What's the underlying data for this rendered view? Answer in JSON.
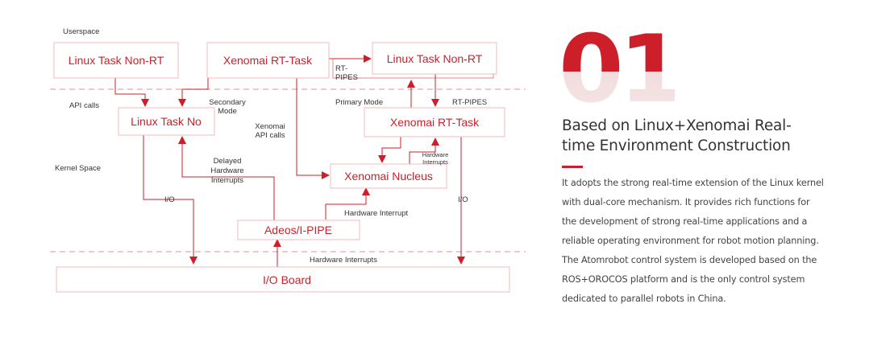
{
  "diagram": {
    "zones": {
      "userspace": "Userspace",
      "api_calls": "API calls",
      "kernel_space": "Kernel Space"
    },
    "boxes": {
      "linux_task_nonrt_1": "Linux Task Non-RT",
      "xenomai_rt_task_1": "Xenomai RT-Task",
      "linux_task_nonrt_2": "Linux Task Non-RT",
      "linux_task_no": "Linux Task No",
      "xenomai_rt_task_2": "Xenomai RT-Task",
      "xenomai_nucleus": "Xenomai Nucleus",
      "adeos_ipipe": "Adeos/I-PIPE",
      "io_board": "I/O Board"
    },
    "labels": {
      "rt_pipes_top_1": "RT-",
      "rt_pipes_top_2": "PIPES",
      "secondary_mode_1": "Secondary",
      "secondary_mode_2": "Mode",
      "primary_mode": "Primary Mode",
      "rt_pipes_right": "RT-PIPES",
      "xenomai_api_1": "Xenomai",
      "xenomai_api_2": "API calls",
      "delayed_1": "Delayed",
      "delayed_2": "Hardware",
      "delayed_3": "Interrupts",
      "hw_interrupts_small_1": "Hardware",
      "hw_interrupts_small_2": "Interrupts",
      "hardware_interrupt": "Hardware Interrupt",
      "io_left": "I/O",
      "io_right": "I/O",
      "hardware_interrupts_bottom": "Hardware Interrupts"
    }
  },
  "panel": {
    "number": "01",
    "heading_line1": "Based on Linux+Xenomai Real-",
    "heading_line2": "time Environment Construction",
    "body_lines": [
      "It adopts the strong real-time extension of the Linux kernel",
      "with dual-core mechanism. It provides rich functions for",
      "the development of strong real-time applications and a",
      "reliable operating environment for robot motion planning.",
      "The Atomrobot control system is developed based on the",
      "ROS+OROCOS platform and is the only control system",
      "dedicated to parallel robots in China."
    ]
  },
  "colors": {
    "accent": "#cc1f2a",
    "accent_light": "#f2b9bd",
    "text": "#333333"
  }
}
